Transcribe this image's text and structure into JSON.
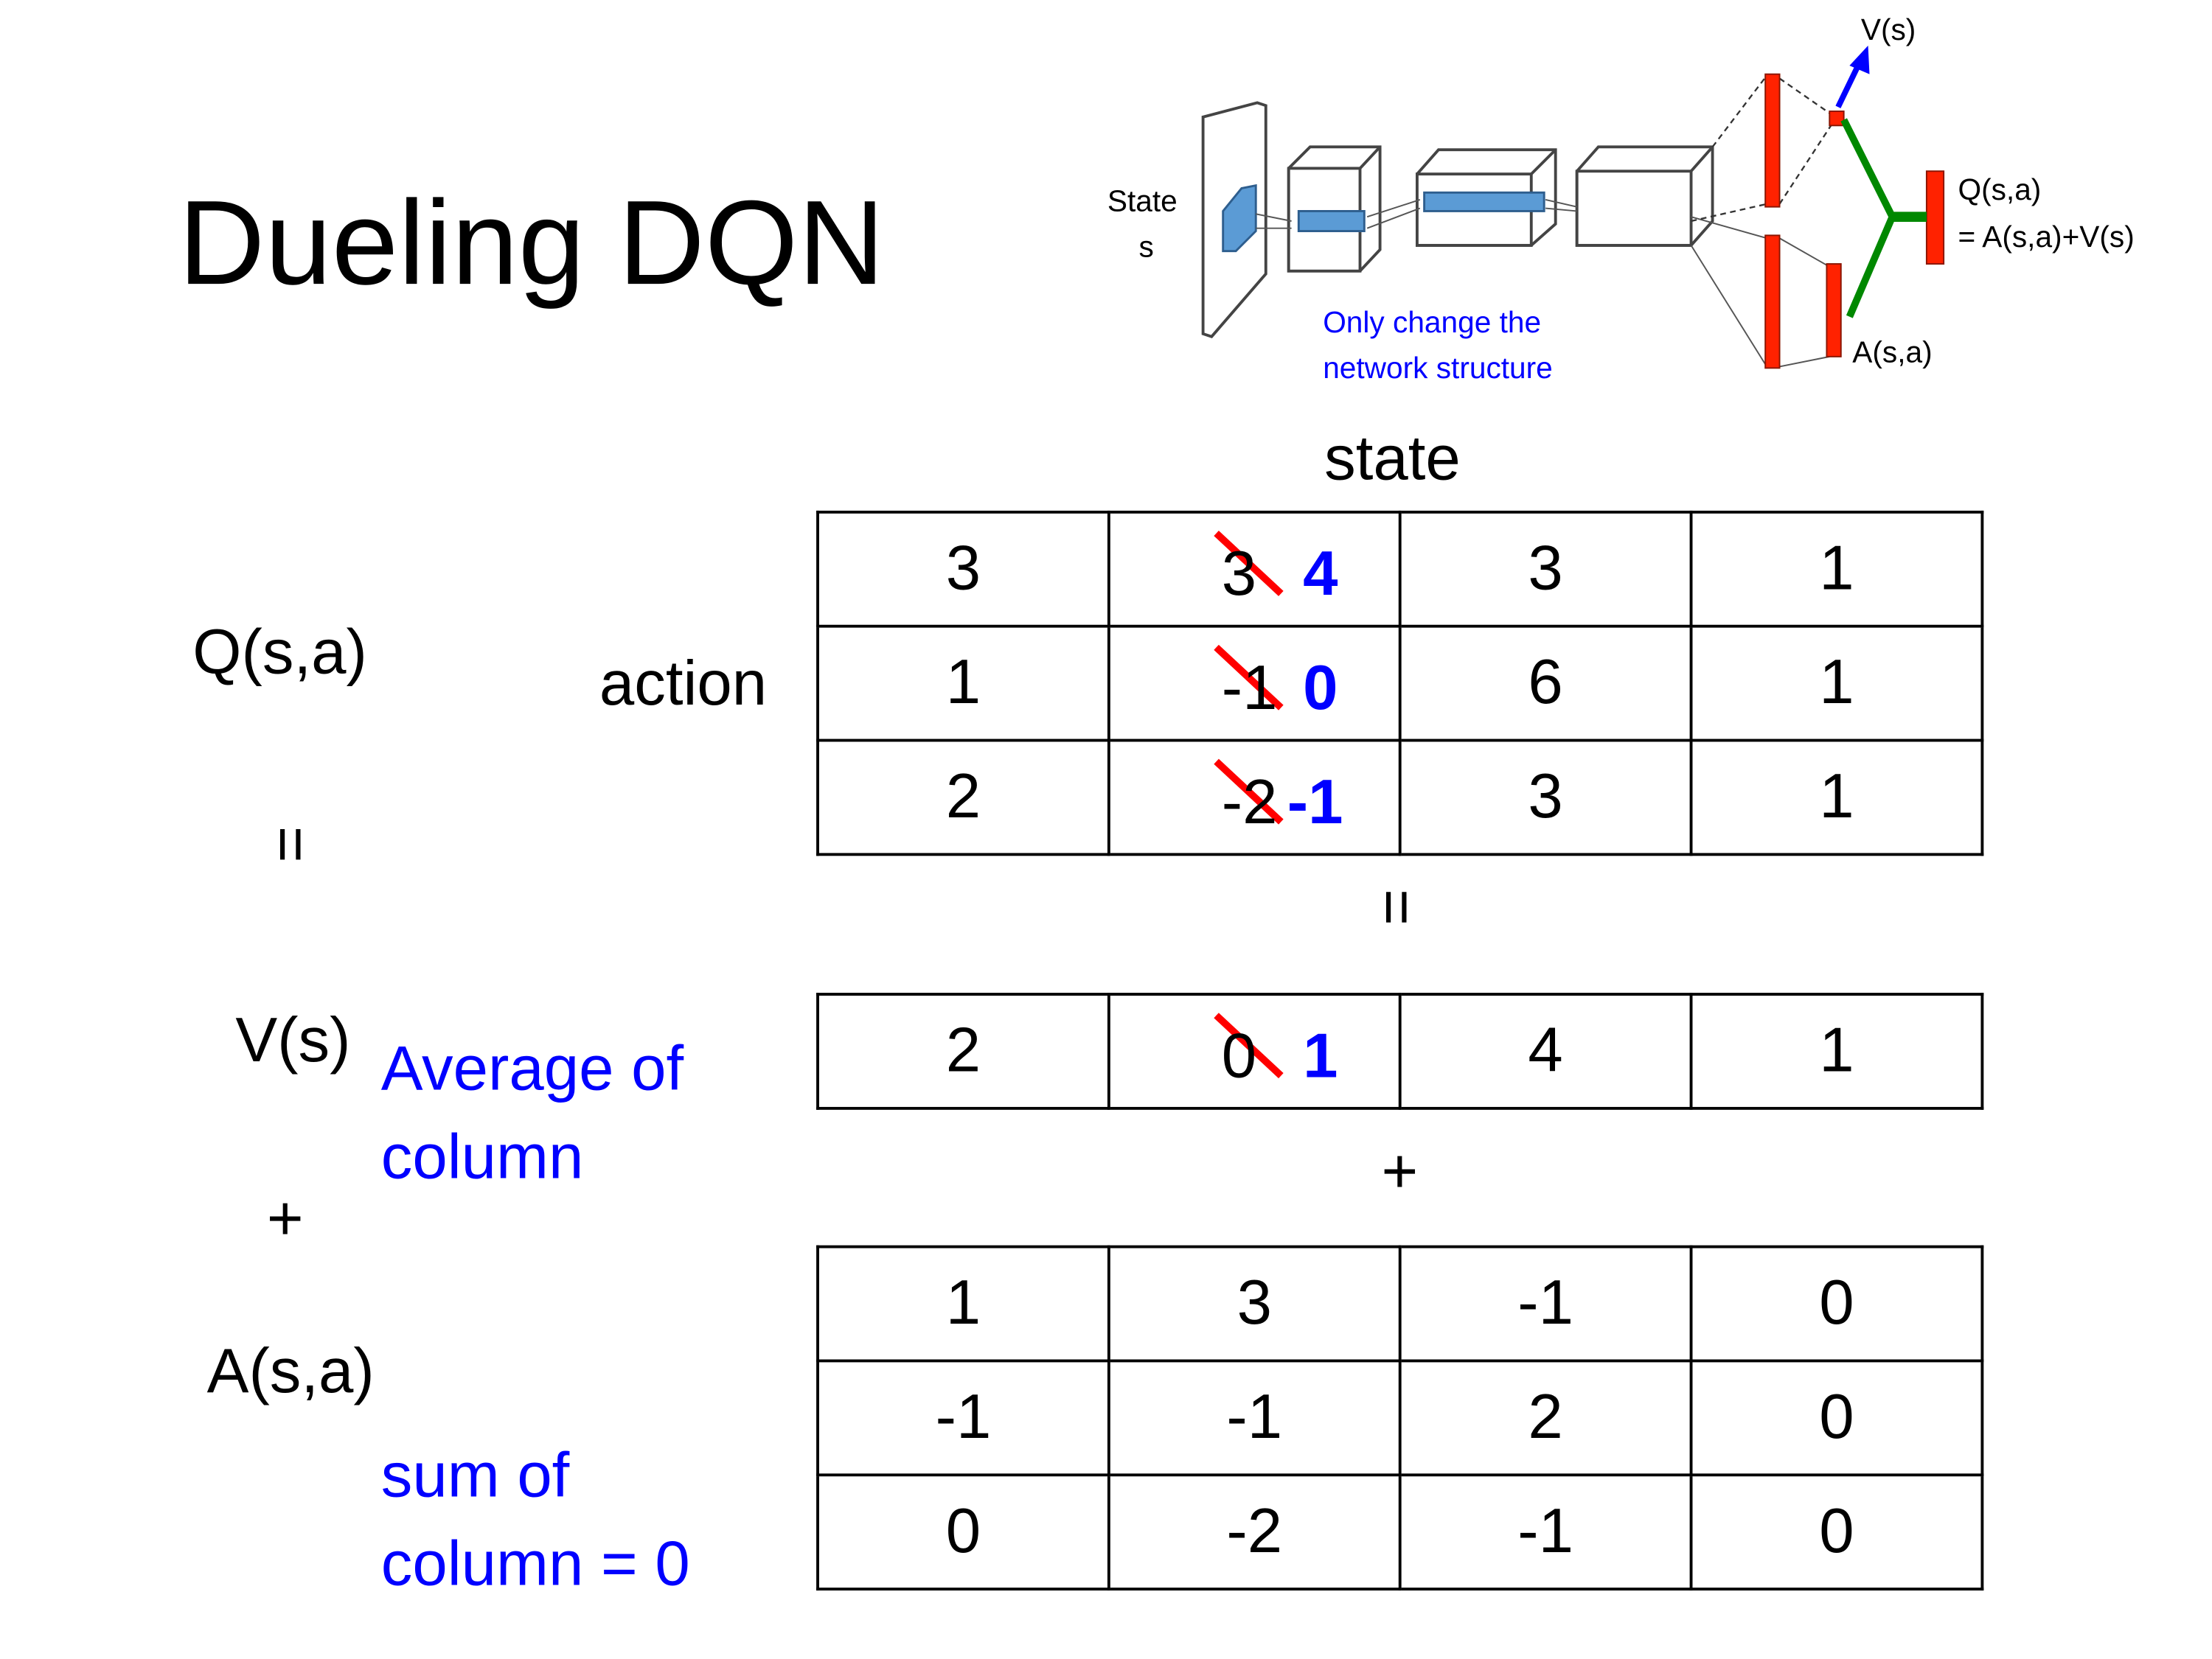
{
  "title": "Dueling DQN",
  "diagram": {
    "state_label": "State",
    "state_symbol": "s",
    "v_label": "V(s)",
    "q_label": "Q(s,a)",
    "q_formula": "= A(s,a)+V(s)",
    "a_label": "A(s,a)",
    "note_line1": "Only change the",
    "note_line2": "network structure",
    "colors": {
      "layer": "#5b9bd5",
      "output": "#ff2200",
      "value_arrow": "#0000ff",
      "aggregate": "#008800"
    }
  },
  "labels": {
    "state": "state",
    "action": "action",
    "q": "Q(s,a)",
    "equals": "=",
    "v": "V(s)",
    "plus": "+",
    "a": "A(s,a)",
    "v_note_line1": "Average of",
    "v_note_line2": "column",
    "a_note_line1": "sum of",
    "a_note_line2": "column = 0"
  },
  "q_table": [
    [
      "3",
      {
        "old": "3",
        "new": "4"
      },
      "3",
      "1"
    ],
    [
      "1",
      {
        "old": "-1",
        "new": "0"
      },
      "6",
      "1"
    ],
    [
      "2",
      {
        "old": "-2",
        "new": "-1"
      },
      "3",
      "1"
    ]
  ],
  "v_table": [
    [
      "2",
      {
        "old": "0",
        "new": "1"
      },
      "4",
      "1"
    ]
  ],
  "a_table": [
    [
      "1",
      "3",
      "-1",
      "0"
    ],
    [
      "-1",
      "-1",
      "2",
      "0"
    ],
    [
      "0",
      "-2",
      "-1",
      "0"
    ]
  ],
  "colors": {
    "highlight": "#0000ff",
    "strike": "#ff0000"
  }
}
